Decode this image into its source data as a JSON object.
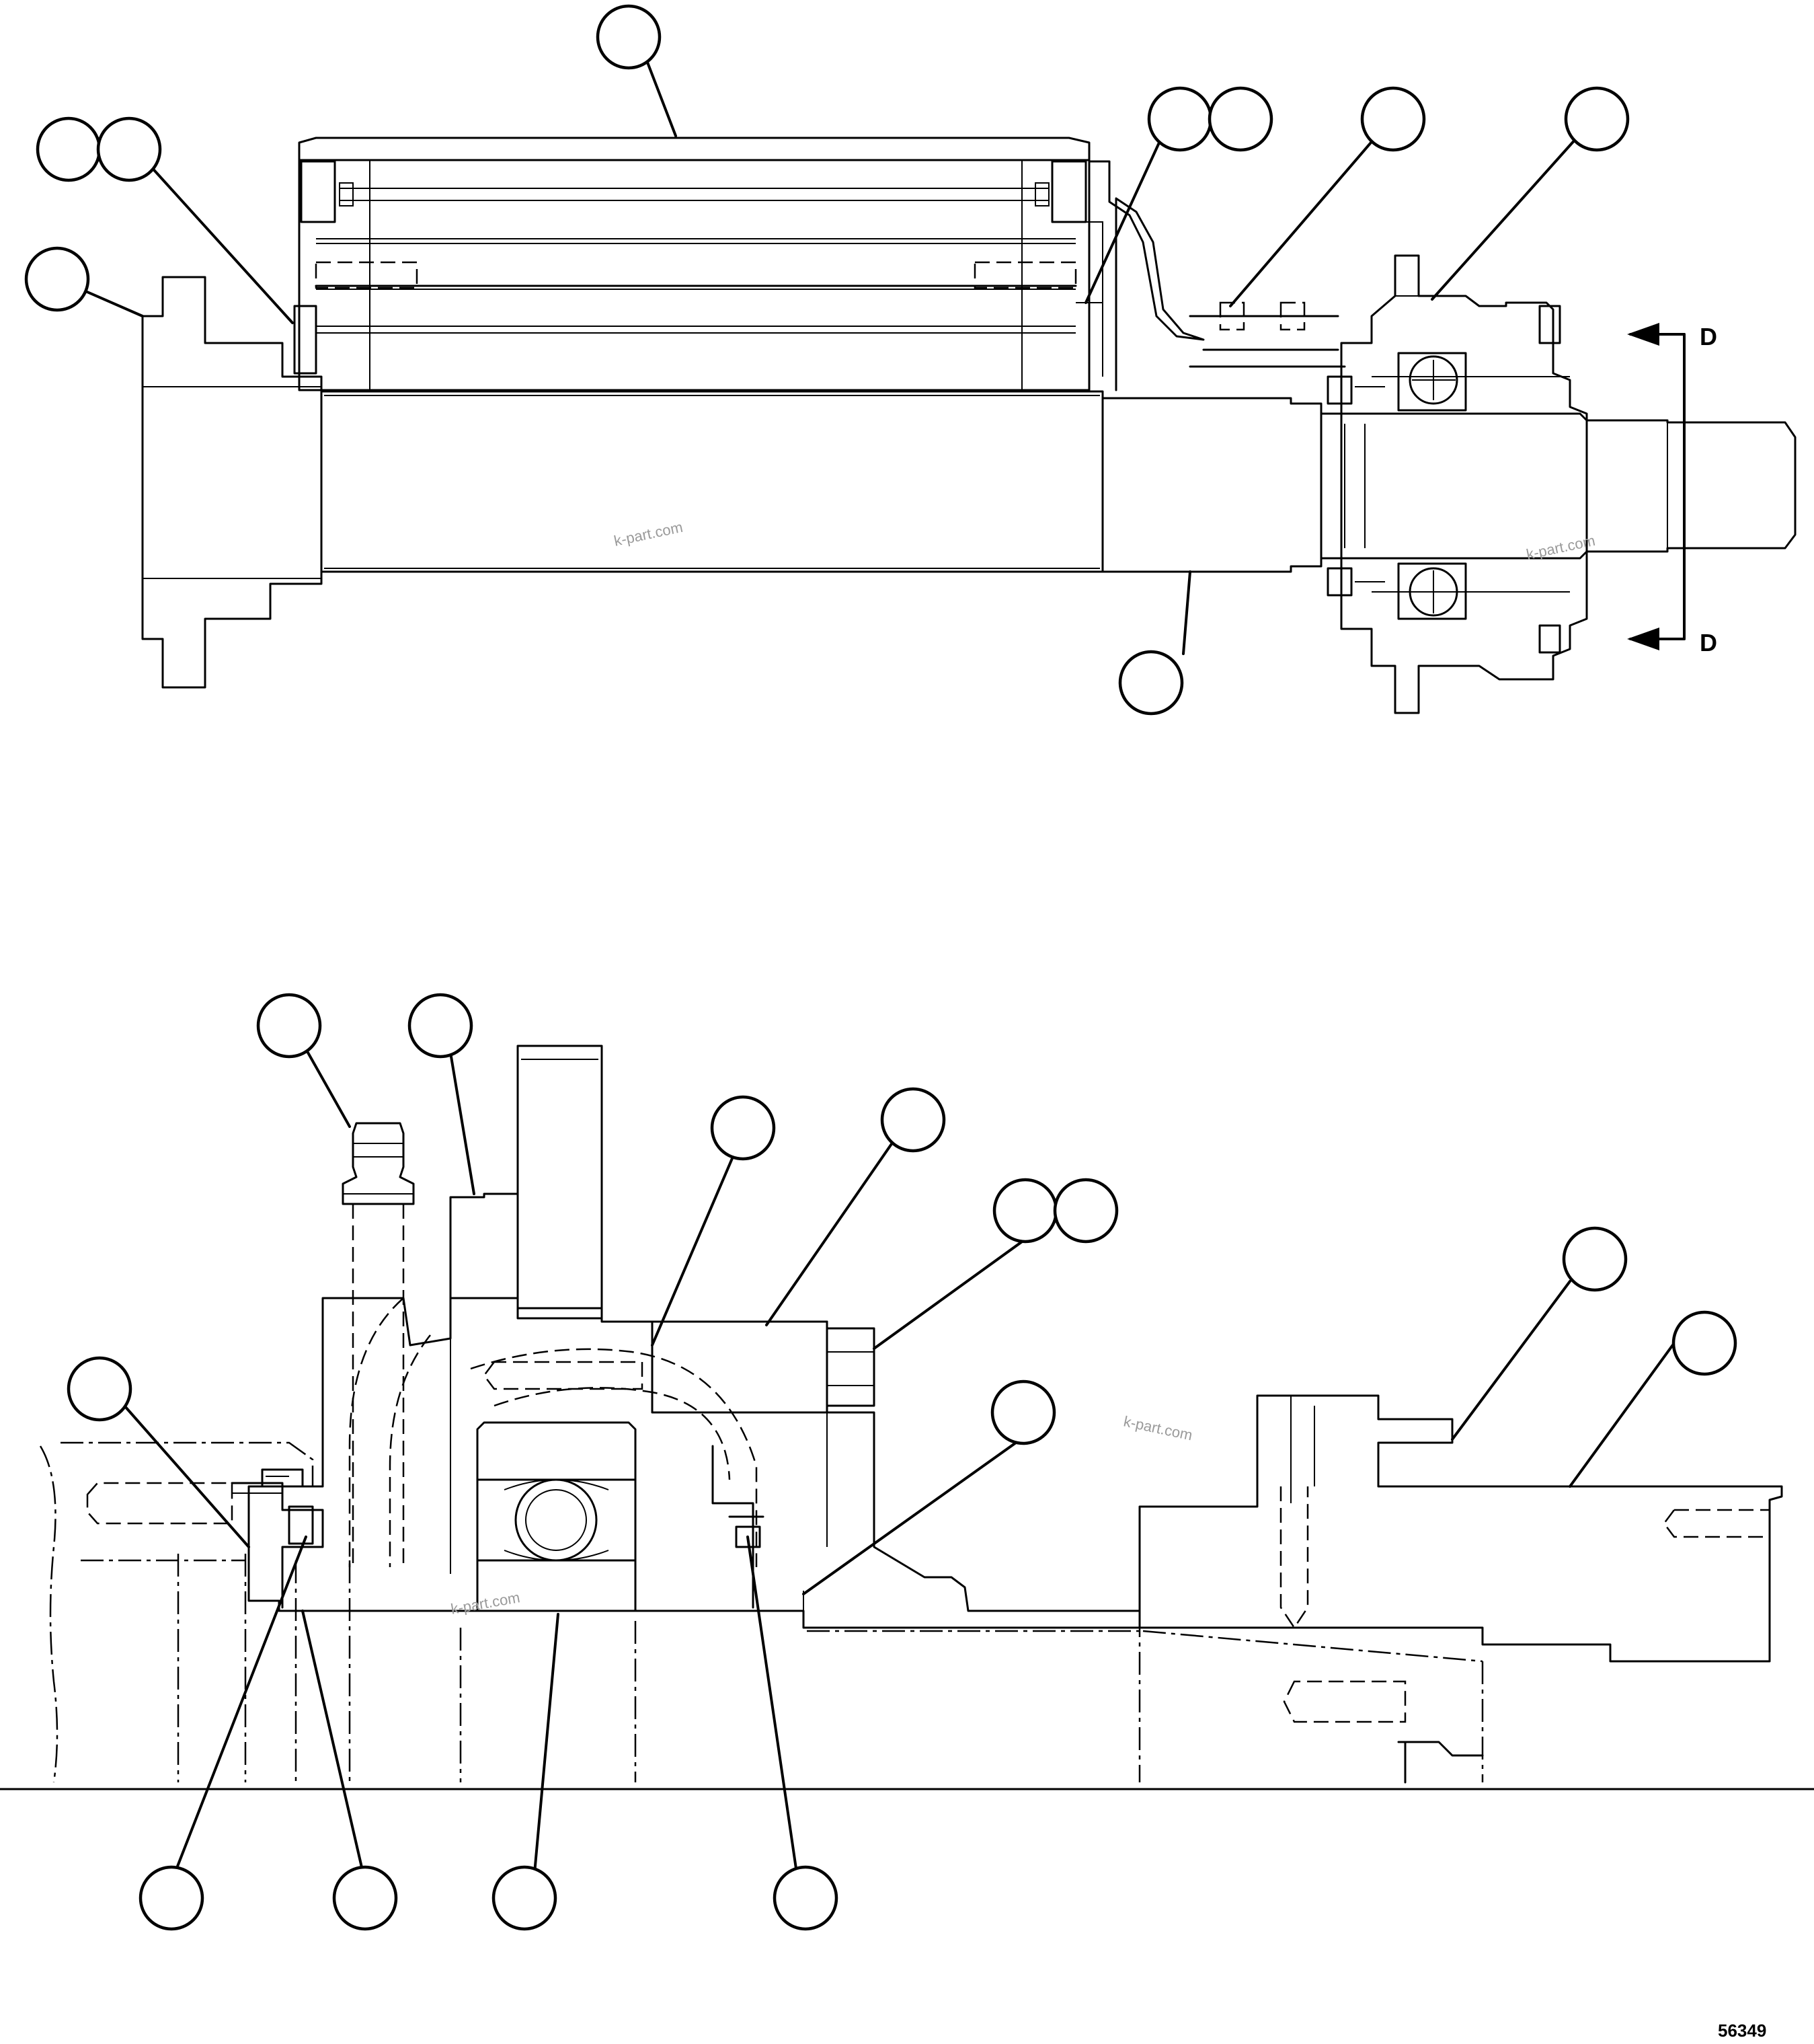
{
  "diagram": {
    "reference_number": "56349",
    "watermark": "k-part.com",
    "section_label": "D"
  },
  "callouts_top": [
    "",
    "",
    "",
    "",
    "",
    "",
    "",
    "",
    "",
    ""
  ],
  "callouts_bottom": [
    "",
    "",
    "",
    "",
    "",
    "",
    "",
    "",
    "",
    "",
    "",
    "",
    "",
    "",
    ""
  ]
}
